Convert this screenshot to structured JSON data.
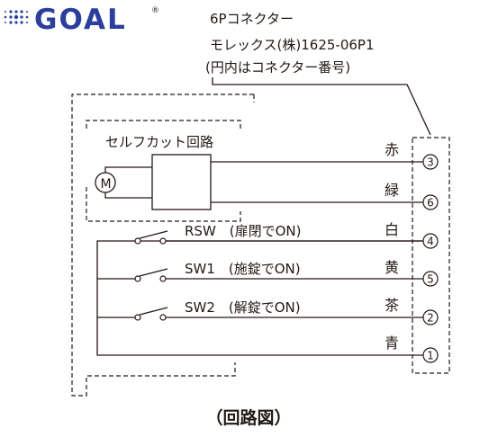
{
  "logo": {
    "text": "GOAL",
    "mark": "®",
    "brand_color": "#2b3e9c"
  },
  "connector": {
    "line1": "6Pコネクター",
    "line2": "モレックス(株)1625-06P1",
    "line3": "(円内はコネクター番号)"
  },
  "self_cut_circuit": "セルフカット回路",
  "motor_symbol": "M",
  "wires": [
    {
      "color_label": "赤",
      "pin": "3",
      "switch_label": ""
    },
    {
      "color_label": "緑",
      "pin": "6",
      "switch_label": ""
    },
    {
      "color_label": "白",
      "pin": "4",
      "switch_label": "RSW　(扉閉でON)"
    },
    {
      "color_label": "黄",
      "pin": "5",
      "switch_label": "SW1　(施錠でON)"
    },
    {
      "color_label": "茶",
      "pin": "2",
      "switch_label": "SW2　(解錠でON)"
    },
    {
      "color_label": "青",
      "pin": "1",
      "switch_label": ""
    }
  ],
  "caption": "（回路図）"
}
